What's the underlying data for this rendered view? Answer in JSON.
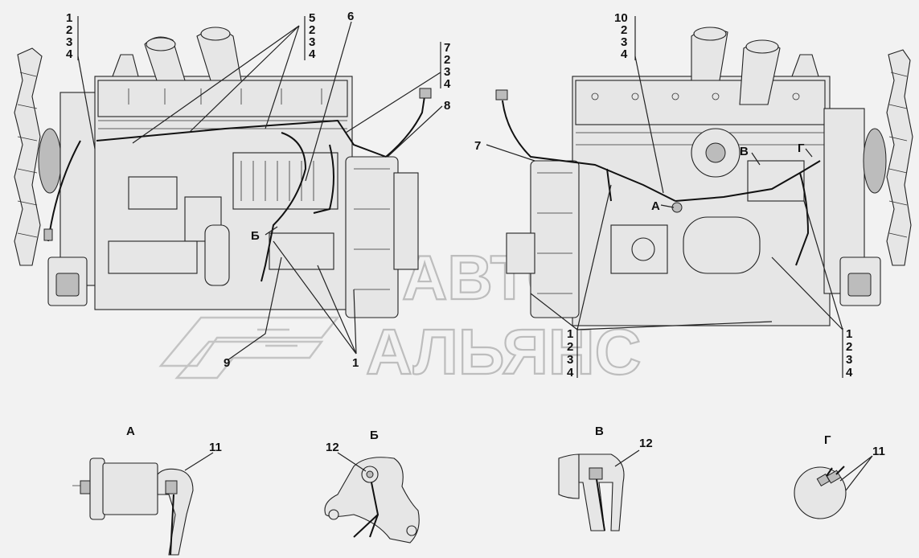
{
  "watermark": {
    "line1": "АВТО",
    "line2": "АЛЬЯНС"
  },
  "callouts": {
    "left_top_stack": [
      "1",
      "2",
      "3",
      "4"
    ],
    "mid_stack_5": [
      "5",
      "2",
      "3",
      "4"
    ],
    "label_6": "6",
    "right_stack_7": [
      "7",
      "2",
      "3",
      "4"
    ],
    "label_8": "8",
    "label_9": "9",
    "label_1_bottom": "1",
    "label_b_view": "Б",
    "right_top_stack_10": [
      "10",
      "2",
      "3",
      "4"
    ],
    "label_7_right": "7",
    "label_a_view": "А",
    "label_v_view": "В",
    "label_g_view": "Г",
    "bottom_mid_stack": [
      "1",
      "2",
      "3",
      "4"
    ],
    "bottom_right_stack": [
      "1",
      "2",
      "3",
      "4"
    ]
  },
  "details": [
    {
      "title": "А",
      "label": "11"
    },
    {
      "title": "Б",
      "label": "12"
    },
    {
      "title": "В",
      "label": "12"
    },
    {
      "title": "Г",
      "label": "11"
    }
  ]
}
